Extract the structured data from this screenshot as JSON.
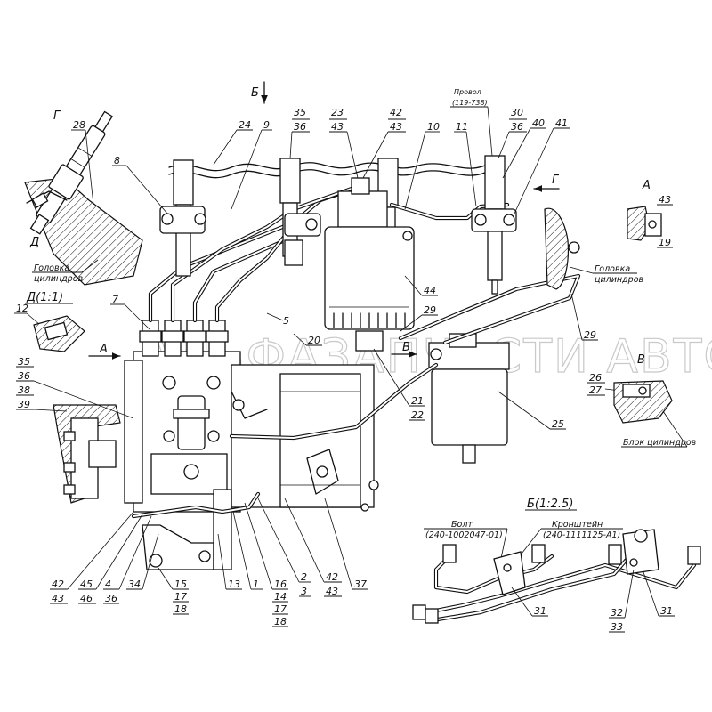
{
  "watermark": "АЛЬФАЗАПЧАСТИ АВТО",
  "views": {
    "G": "Г",
    "D": "Д",
    "D_scale": "Д(1:1)",
    "A": "А",
    "B": "Б",
    "B_scale": "Б(1:2.5)",
    "V": "В"
  },
  "notes": {
    "head_left_1": "Головка",
    "head_left_2": "цилиндров",
    "head_right_1": "Головка",
    "head_right_2": "цилиндров",
    "block": "Блок цилиндров",
    "wire_1": "Провол",
    "wire_2": "(119-738)",
    "bolt_1": "Болт",
    "bolt_2": "(240-1002047-01)",
    "bracket_1": "Кронштейн",
    "bracket_2": "(240-1111125-А1)"
  },
  "callouts": {
    "c28": "28",
    "c8": "8",
    "c24": "24",
    "c9": "9",
    "c35a": "35",
    "c36a": "36",
    "c23": "23",
    "c43a": "43",
    "c42a": "42",
    "c43b": "43",
    "c10": "10",
    "c11": "11",
    "c30": "30",
    "c36b": "36",
    "c40": "40",
    "c41": "41",
    "c43c": "43",
    "c19": "19",
    "c12": "12",
    "c7": "7",
    "c5": "5",
    "c20": "20",
    "c44": "44",
    "c29a": "29",
    "c29b": "29",
    "c21": "21",
    "c22": "22",
    "c25": "25",
    "c26": "26",
    "c27": "27",
    "c35b": "35",
    "c36c": "36",
    "c38": "38",
    "c39": "39",
    "c42b": "42",
    "c43d": "43",
    "c45": "45",
    "c46": "46",
    "c4": "4",
    "c36d": "36",
    "c34": "34",
    "c15": "15",
    "c17a": "17",
    "c18a": "18",
    "c13": "13",
    "c1": "1",
    "c16": "16",
    "c14": "14",
    "c17b": "17",
    "c18b": "18",
    "c2": "2",
    "c3": "3",
    "c42c": "42",
    "c43e": "43",
    "c37": "37",
    "c31a": "31",
    "c31b": "31",
    "c32": "32",
    "c33": "33"
  }
}
